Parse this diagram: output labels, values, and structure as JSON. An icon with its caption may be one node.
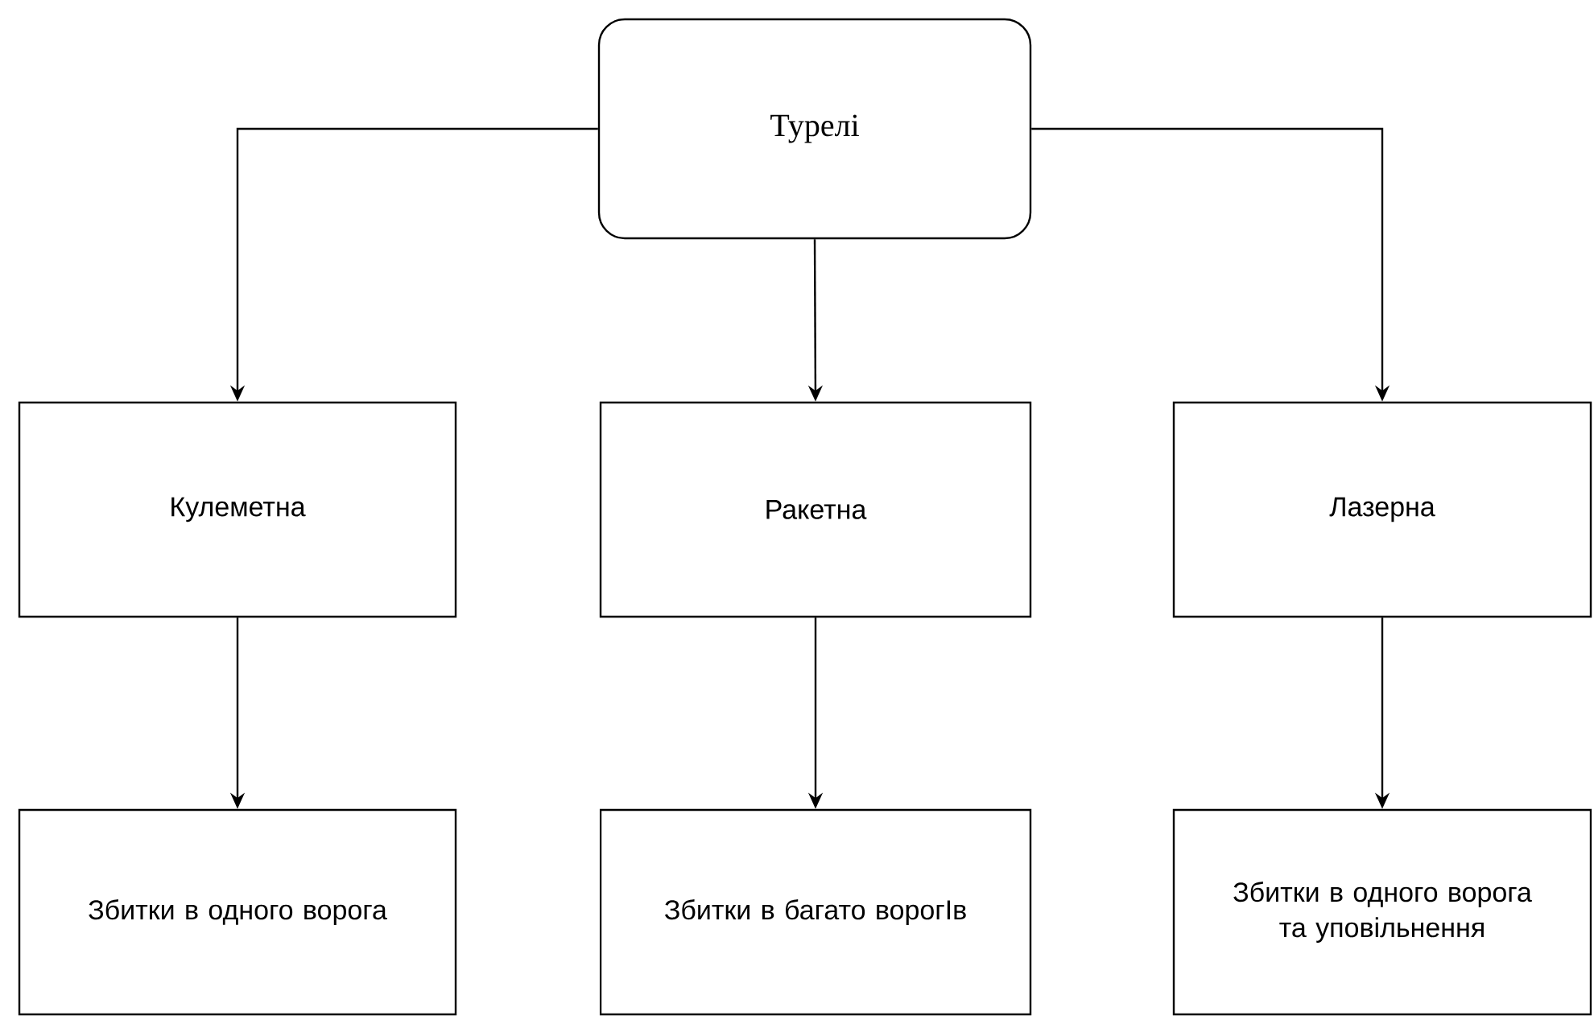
{
  "diagram": {
    "nodes": [
      {
        "text": [
          "Турелі"
        ]
      },
      {
        "text": [
          "Кулеметна"
        ]
      },
      {
        "text": [
          "Ракетна"
        ]
      },
      {
        "text": [
          "Лазерна"
        ]
      },
      {
        "text": [
          "Збитки в одного ворога"
        ]
      },
      {
        "text": [
          "Збитки в багато ворогІв"
        ]
      },
      {
        "text": [
          "Збитки в одного ворога та уповільнення"
        ]
      }
    ],
    "edges": [
      {
        "from": 0,
        "to": 1,
        "arrow": "to"
      },
      {
        "from": 0,
        "to": 2,
        "arrow": "to"
      },
      {
        "from": 0,
        "to": 3,
        "arrow": "to"
      },
      {
        "from": 1,
        "to": 4,
        "arrow": "to"
      },
      {
        "from": 2,
        "to": 5,
        "arrow": "to"
      },
      {
        "from": 3,
        "to": 6,
        "arrow": "to"
      }
    ]
  }
}
